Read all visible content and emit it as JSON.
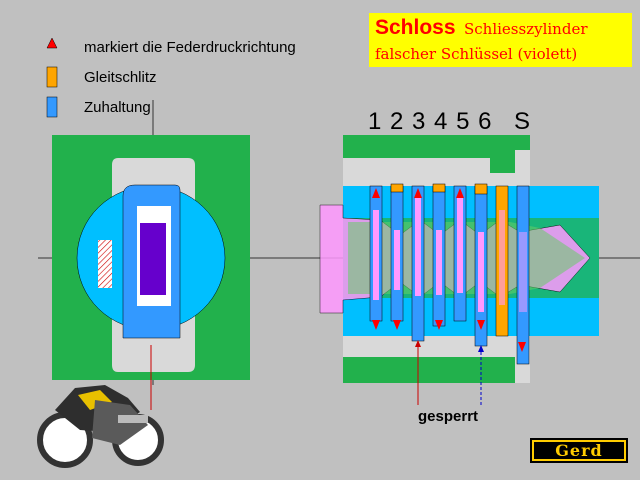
{
  "title": {
    "main": "Schloss",
    "sub": "Schliesszylinder",
    "line2": "falscher Schlüssel (violett)"
  },
  "legend": [
    {
      "label": "markiert die Federdruckrichtung",
      "icon": "red-triangle-icon",
      "color": "#ff0000"
    },
    {
      "label": "Gleitschlitz",
      "icon": "orange-slot-icon",
      "color": "#ffa500"
    },
    {
      "label": "Zuhaltung",
      "icon": "blue-tumbler-icon",
      "color": "#3399ff"
    }
  ],
  "pins": {
    "numbers": "1 2 3 4 5 6",
    "spring_label": "S"
  },
  "status": "gesperrt",
  "logo": "Gerd",
  "colors": {
    "housing_green": "#22b14c",
    "cylinder_blue": "#00bfff",
    "tumbler_blue": "#3399ff",
    "wrong_key_violet": "#6600cc",
    "key_pink": "#ff99ff",
    "slot_orange": "#ffa500",
    "highlight_yellow": "#ffff00",
    "arrow_red": "#ff0000"
  }
}
